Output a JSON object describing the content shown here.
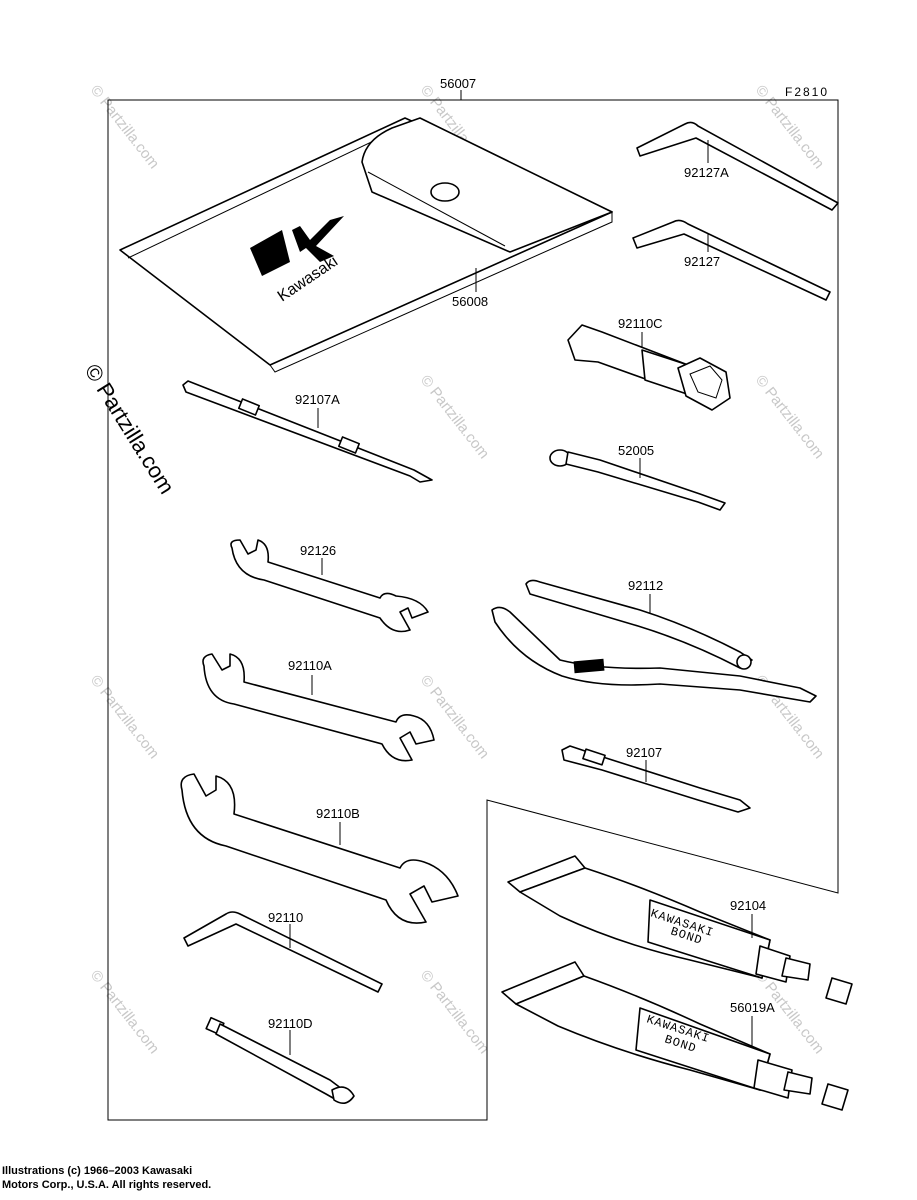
{
  "figure_code": "F2810",
  "watermark": "© Partzilla.com",
  "kit_label": "56007",
  "pouch": {
    "label": "56008",
    "brand": "Kawasaki"
  },
  "parts": {
    "p92127A": "92127A",
    "p92127": "92127",
    "p92110C": "92110C",
    "p92107A": "92107A",
    "p52005": "52005",
    "p92126": "92126",
    "p92112": "92112",
    "p92110A": "92110A",
    "p92107": "92107",
    "p92110B": "92110B",
    "p92104": "92104",
    "p92110": "92110",
    "p56019A": "56019A",
    "p92110D": "92110D"
  },
  "tube_text": {
    "line1": "KAWASAKI",
    "line2": "BOND"
  },
  "copyright": {
    "line1": "Illustrations (c) 1966–2003 Kawasaki",
    "line2": "Motors Corp., U.S.A.  All rights reserved."
  }
}
